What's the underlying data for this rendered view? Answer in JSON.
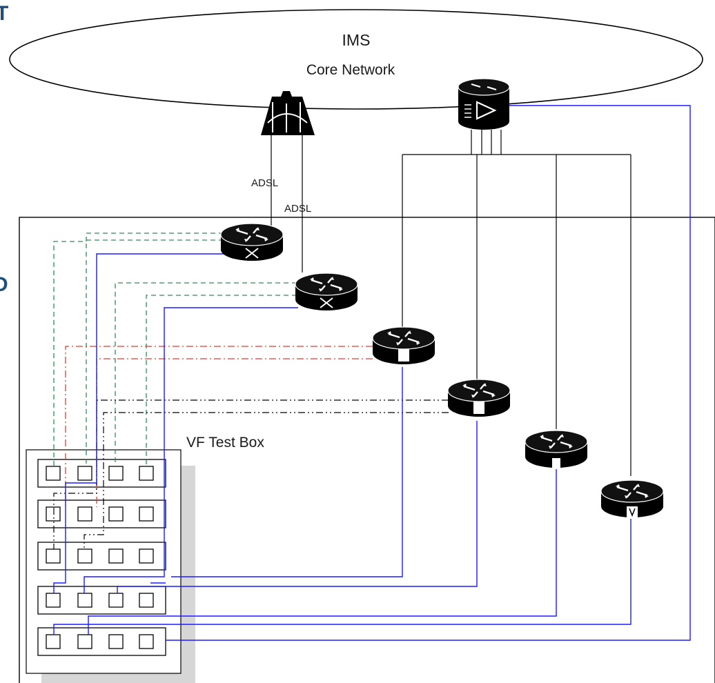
{
  "cloud": {
    "line1": "IMS",
    "line2": "Core Network"
  },
  "links": {
    "adsl_1": "ADSL",
    "adsl_2": "ADSL"
  },
  "test_box": {
    "title": "VF Test Box",
    "row_count": 5,
    "ports_per_row": 4
  },
  "edge_glyphs": {
    "top_left": "T",
    "mid_left": "D"
  },
  "colors": {
    "line": "#000000",
    "blue_link": "#1a1aff",
    "green_dashed": "#2e8b57",
    "red_dashdot": "#e53935",
    "device_fill": "#000000",
    "shadow": "#d6d6d6"
  },
  "icons": [
    "firewall-icon",
    "media-gateway-icon",
    "router-icon"
  ]
}
